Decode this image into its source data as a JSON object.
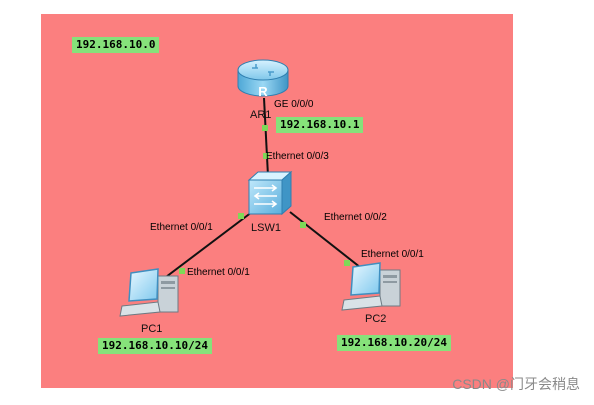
{
  "network_label": "192.168.10.0",
  "devices": {
    "router": {
      "name": "AR1",
      "port": "GE 0/0/0",
      "ip": "192.168.10.1",
      "icon_letter": "R"
    },
    "switch": {
      "name": "LSW1",
      "port_router": "Ethernet 0/0/3",
      "port_pc1": "Ethernet 0/0/1",
      "port_pc2": "Ethernet 0/0/2"
    },
    "pc1": {
      "name": "PC1",
      "port": "Ethernet 0/0/1",
      "ip": "192.168.10.10/24"
    },
    "pc2": {
      "name": "PC2",
      "port": "Ethernet 0/0/1",
      "ip": "192.168.10.20/24"
    }
  },
  "watermark": "CSDN @门牙会稍息",
  "colors": {
    "area_background": "#fb7f7f",
    "ip_label_background": "#86e27a",
    "link": "#111111",
    "port_dot": "#7ed957"
  }
}
